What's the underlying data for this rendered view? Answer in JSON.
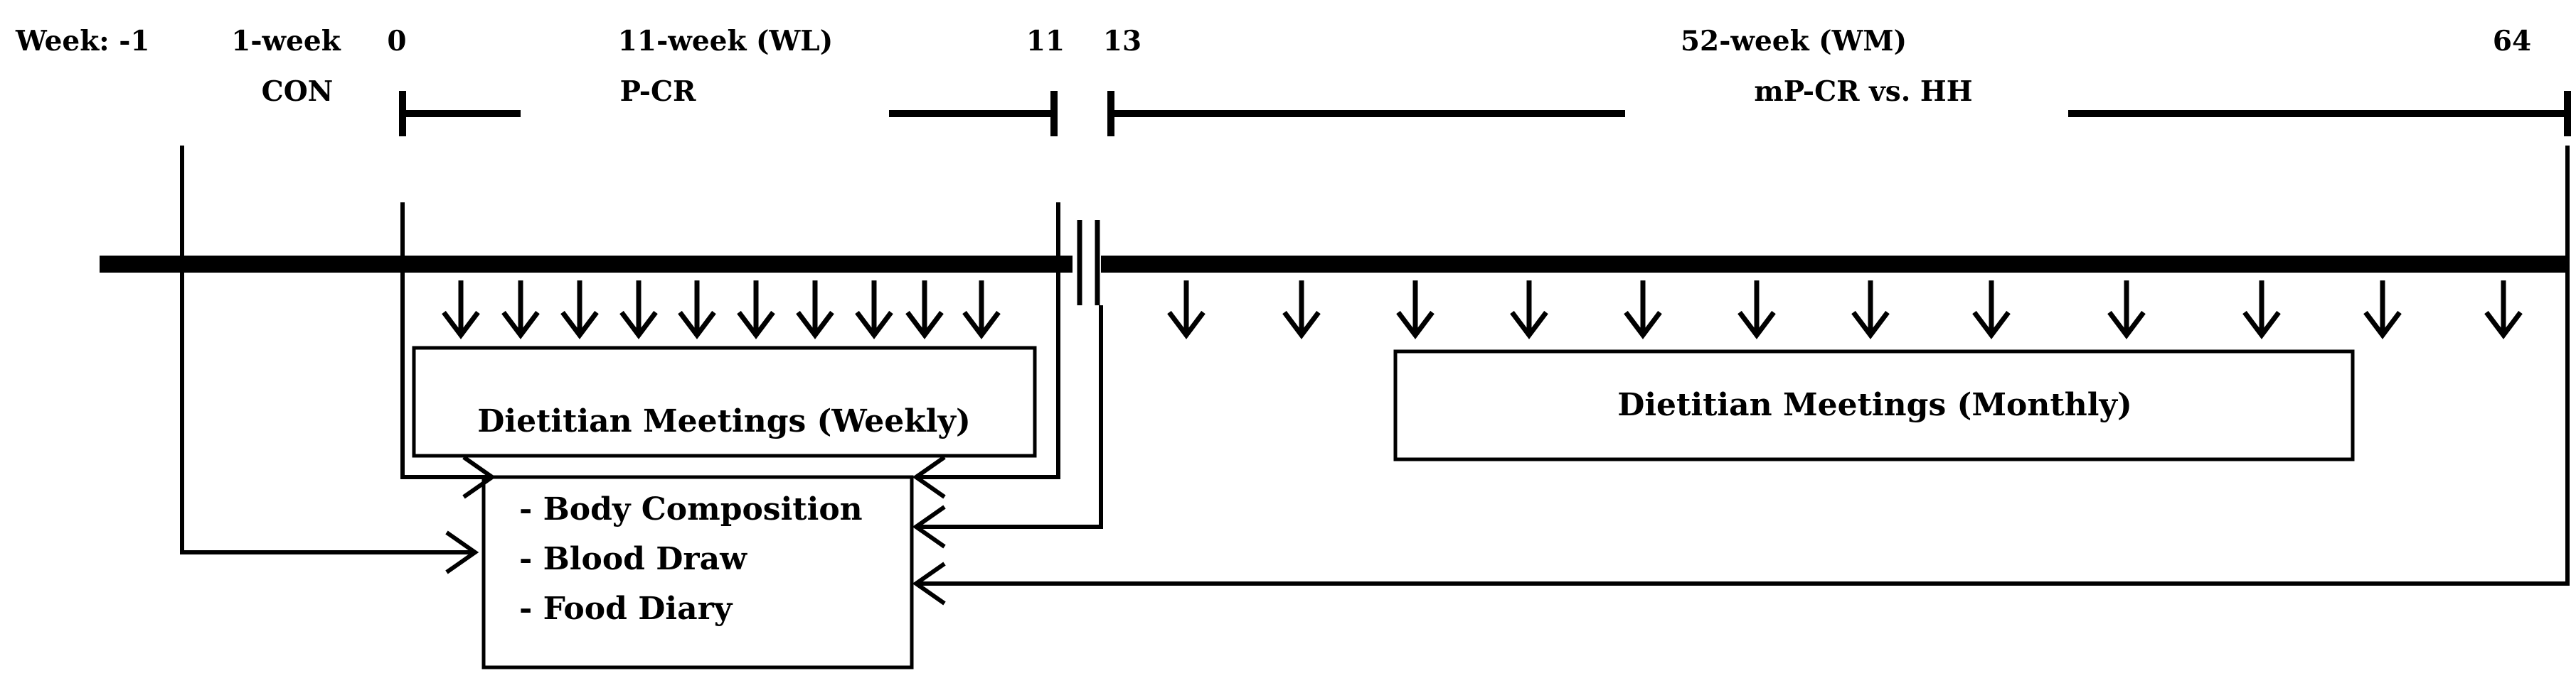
{
  "header": {
    "week_prefix": "Week: -1",
    "week_0": "0",
    "week_11": "11",
    "week_13": "13",
    "week_64": "64",
    "phase_con_duration": "1-week",
    "phase_con_name": "CON",
    "phase_wl_duration": "11-week (WL)",
    "phase_wl_name": "P-CR",
    "phase_wm_duration": "52-week (WM)",
    "phase_wm_name": "mP-CR vs. HH"
  },
  "boxes": {
    "weekly_meetings": "Dietitian Meetings (Weekly)",
    "monthly_meetings": "Dietitian Meetings (Monthly)",
    "assessments": [
      "- Body Composition",
      "- Blood Draw",
      "- Food Diary"
    ]
  },
  "colors": {
    "ink": "#000000",
    "background": "#ffffff"
  }
}
